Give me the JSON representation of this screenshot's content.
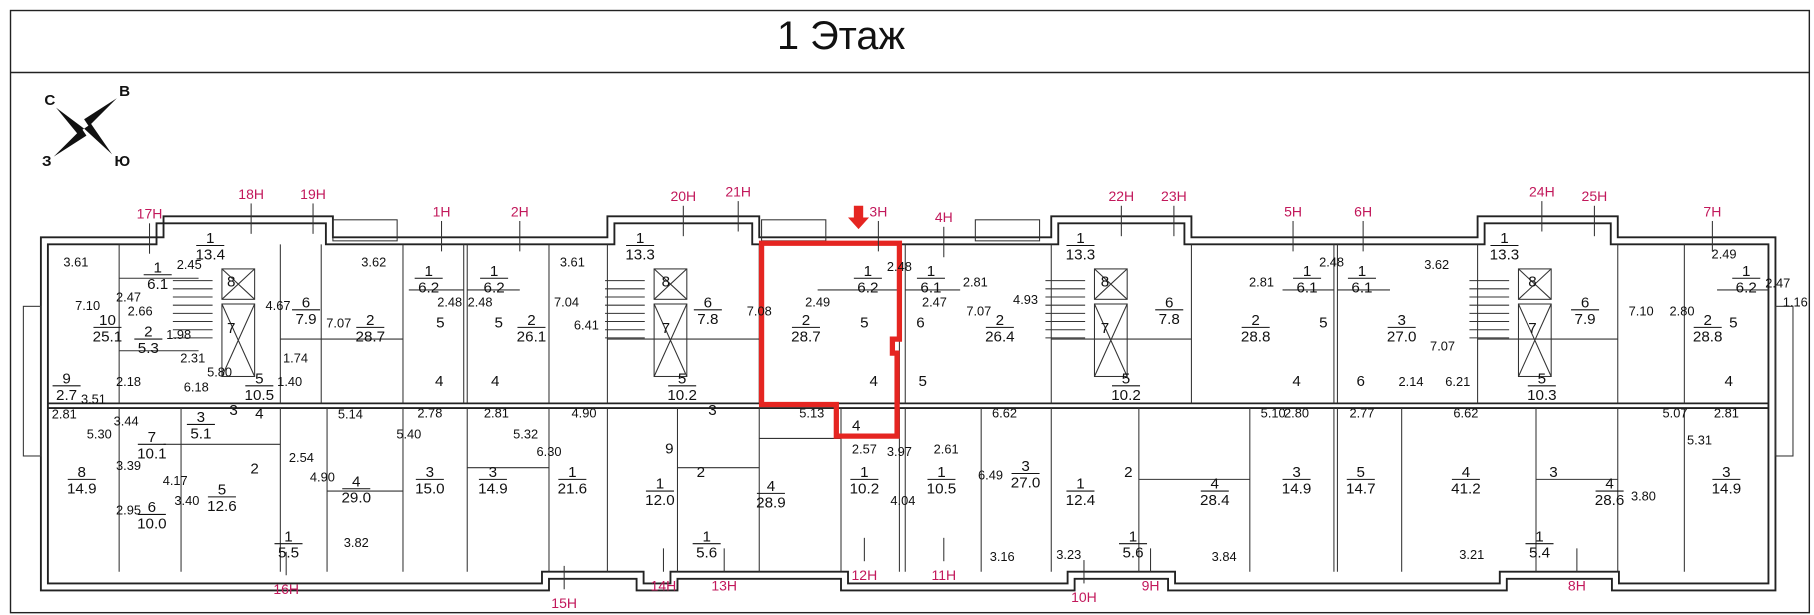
{
  "title": "1 Этаж",
  "compass": {
    "n": "С",
    "e": "В",
    "w": "З",
    "s": "Ю"
  },
  "colors": {
    "unit_label": "#c2185b",
    "highlight": "#e52521",
    "line": "#222222"
  },
  "units": [
    "17Н",
    "18Н",
    "19Н",
    "1Н",
    "2Н",
    "20Н",
    "21Н",
    "3Н",
    "4Н",
    "22Н",
    "23Н",
    "5Н",
    "6Н",
    "24Н",
    "25Н",
    "7Н",
    "16Н",
    "15Н",
    "14Н",
    "13Н",
    "12Н",
    "11Н",
    "10Н",
    "9Н",
    "8Н"
  ],
  "rooms": [
    {
      "n": "1",
      "a": "6.1"
    },
    {
      "n": "10",
      "a": "25.1"
    },
    {
      "n": "2",
      "a": "5.3"
    },
    {
      "n": "1",
      "a": "13.4"
    },
    {
      "n": "6",
      "a": "7.9"
    },
    {
      "n": "9",
      "a": "2.7"
    },
    {
      "n": "5",
      "a": "10.5"
    },
    {
      "n": "2",
      "a": "28.7"
    },
    {
      "n": "1",
      "a": "6.2"
    },
    {
      "n": "1",
      "a": "6.2"
    },
    {
      "n": "2",
      "a": "26.1"
    },
    {
      "n": "1",
      "a": "13.3"
    },
    {
      "n": "6",
      "a": "7.8"
    },
    {
      "n": "5",
      "a": "10.2"
    },
    {
      "n": "2",
      "a": "28.7"
    },
    {
      "n": "1",
      "a": "6.2"
    },
    {
      "n": "1",
      "a": "6.1"
    },
    {
      "n": "2",
      "a": "26.4"
    },
    {
      "n": "1",
      "a": "13.3"
    },
    {
      "n": "6",
      "a": "7.8"
    },
    {
      "n": "5",
      "a": "10.2"
    },
    {
      "n": "2",
      "a": "28.8"
    },
    {
      "n": "1",
      "a": "6.1"
    },
    {
      "n": "1",
      "a": "6.1"
    },
    {
      "n": "3",
      "a": "27.0"
    },
    {
      "n": "1",
      "a": "13.3"
    },
    {
      "n": "6",
      "a": "7.9"
    },
    {
      "n": "5",
      "a": "10.3"
    },
    {
      "n": "2",
      "a": "28.8"
    },
    {
      "n": "1",
      "a": "6.2"
    },
    {
      "n": "8",
      "a": "14.9"
    },
    {
      "n": "7",
      "a": "10.1"
    },
    {
      "n": "3",
      "a": "5.1"
    },
    {
      "n": "5",
      "a": "12.6"
    },
    {
      "n": "6",
      "a": "10.0"
    },
    {
      "n": "1",
      "a": "5.5"
    },
    {
      "n": "4",
      "a": "29.0"
    },
    {
      "n": "3",
      "a": "15.0"
    },
    {
      "n": "3",
      "a": "14.9"
    },
    {
      "n": "1",
      "a": "21.6"
    },
    {
      "n": "1",
      "a": "12.0"
    },
    {
      "n": "1",
      "a": "5.6"
    },
    {
      "n": "4",
      "a": "28.9"
    },
    {
      "n": "1",
      "a": "10.2"
    },
    {
      "n": "1",
      "a": "10.5"
    },
    {
      "n": "3",
      "a": "27.0"
    },
    {
      "n": "1",
      "a": "12.4"
    },
    {
      "n": "1",
      "a": "5.6"
    },
    {
      "n": "4",
      "a": "28.4"
    },
    {
      "n": "3",
      "a": "14.9"
    },
    {
      "n": "5",
      "a": "14.7"
    },
    {
      "n": "4",
      "a": "41.2"
    },
    {
      "n": "1",
      "a": "5.4"
    },
    {
      "n": "4",
      "a": "28.6"
    },
    {
      "n": "3",
      "a": "14.9"
    }
  ],
  "room_numbers": [
    "5",
    "5",
    "4",
    "4",
    "5",
    "4",
    "6",
    "5",
    "5",
    "4",
    "6",
    "5",
    "4",
    "8",
    "7",
    "8",
    "7",
    "8",
    "7",
    "8",
    "7",
    "9",
    "4",
    "3",
    "4",
    "2",
    "3",
    "2",
    "2",
    "3"
  ],
  "dims": [
    "3.61",
    "7.10",
    "2.45",
    "2.47",
    "2.66",
    "1.98",
    "5.80",
    "2.31",
    "4.67",
    "1.74",
    "6.18",
    "1.40",
    "3.51",
    "2.18",
    "3.62",
    "7.07",
    "2.48",
    "2.48",
    "7.04",
    "6.41",
    "3.61",
    "7.08",
    "2.49",
    "2.48",
    "2.47",
    "2.81",
    "4.93",
    "7.07",
    "2.81",
    "2.48",
    "3.62",
    "7.07",
    "2.14",
    "6.21",
    "2.80",
    "7.10",
    "2.49",
    "2.47",
    "1.16",
    "2.81",
    "5.30",
    "3.44",
    "3.39",
    "3.40",
    "2.95",
    "4.17",
    "5.14",
    "2.54",
    "4.90",
    "3.82",
    "2.78",
    "5.40",
    "2.81",
    "5.32",
    "4.90",
    "6.30",
    "5.13",
    "2.57",
    "3.97",
    "2.61",
    "4.04",
    "6.62",
    "6.49",
    "3.16",
    "3.23",
    "5.10",
    "3.84",
    "2.80",
    "2.77",
    "6.62",
    "3.21",
    "5.07",
    "3.80",
    "2.81",
    "5.31"
  ]
}
